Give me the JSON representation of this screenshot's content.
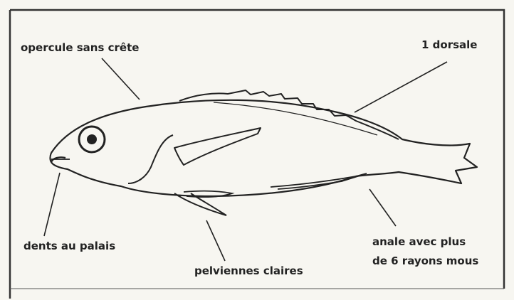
{
  "labels": {
    "operculum": "opercule sans crête",
    "dorsal": "1 dorsale",
    "teeth": "dents au palais",
    "pelvic": "pelviennes claires",
    "anal_line1": "anale avec plus",
    "anal_line2": "de 6 rayons mous"
  },
  "colors": {
    "ink": "#222222",
    "paper": "#f7f6f1"
  }
}
